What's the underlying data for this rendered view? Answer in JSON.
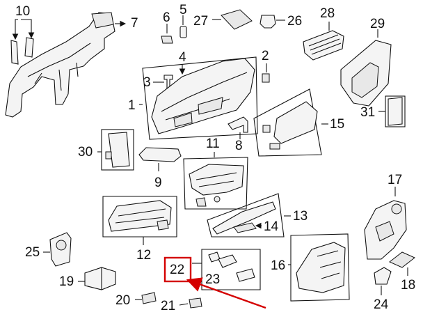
{
  "diagram": {
    "callouts": [
      "1",
      "2",
      "3",
      "4",
      "5",
      "6",
      "7",
      "8",
      "9",
      "10",
      "11",
      "12",
      "13",
      "14",
      "15",
      "16",
      "17",
      "18",
      "19",
      "20",
      "21",
      "22",
      "23",
      "24",
      "25",
      "26",
      "27",
      "28",
      "29",
      "30",
      "31"
    ],
    "highlighted_callout": "22",
    "highlight_color": "#d40000",
    "line_color": "#111111"
  }
}
